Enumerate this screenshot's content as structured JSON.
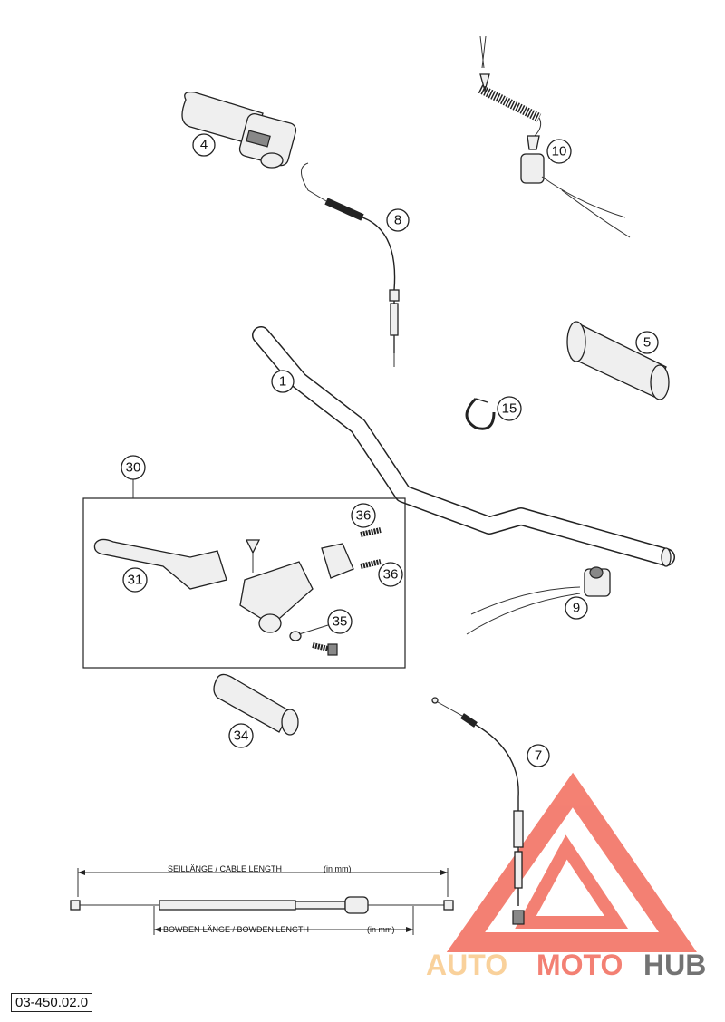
{
  "callouts": {
    "handlebar": "1",
    "left_grip": "34",
    "right_grip": "5",
    "throttle_grip": "4",
    "clutch_cable": "7",
    "throttle_cable": "8",
    "kill_switch": "9",
    "emergency_stop_switch": "10",
    "cable_tie": "15",
    "clutch_assembly": "30",
    "clutch_lever": "31",
    "washer": "35",
    "screw_upper": "36",
    "screw_lower": "36"
  },
  "cable_diagram": {
    "cable_length_label": "SEILLÄNGE / CABLE LENGTH",
    "cable_length_unit": "(in mm)",
    "bowden_length_label": "BOWDEN-LÄNGE / BOWDEN LENGTH",
    "bowden_length_unit": "(in mm)"
  },
  "document_number": "03-450.02.0",
  "watermark": {
    "brand_part1": "AUTO",
    "brand_part2": "MOTO",
    "brand_part3": "HUB",
    "color_primary": "#f26b5b",
    "color_secondary": "#f9c98a",
    "color_dark": "#5b5b5b"
  }
}
